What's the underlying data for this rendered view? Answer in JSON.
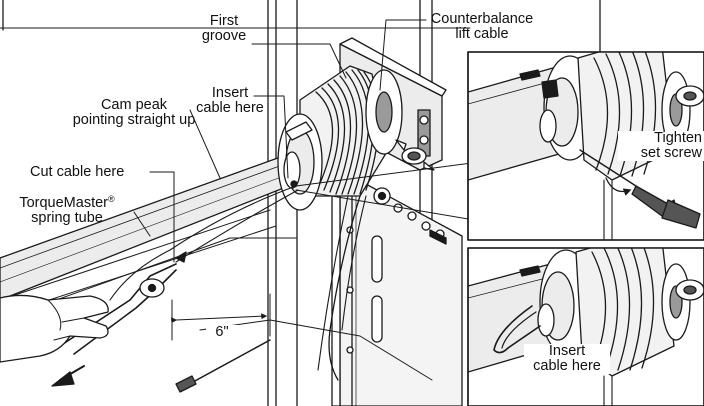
{
  "labels": {
    "first_groove_line1": "First",
    "first_groove_line2": "groove",
    "counterbalance_line1": "Counterbalance",
    "counterbalance_line2": "lift cable",
    "insert_cable_line1": "Insert",
    "insert_cable_line2": "cable here",
    "cam_peak_line1": "Cam peak",
    "cam_peak_line2": "pointing straight up",
    "cut_cable": "Cut cable here",
    "torquemaster_line1": "TorqueMaster",
    "torquemaster_reg": "®",
    "torquemaster_line2": "spring tube",
    "tighten_line1": "Tighten",
    "tighten_line2": "set screw",
    "six_inch": "6\"",
    "insert_cable2_line1": "Insert",
    "insert_cable2_line2": "cable here"
  },
  "colors": {
    "line": "#1a1a1a",
    "fill_light": "#ececec",
    "fill_mid": "#9a9a9a",
    "fill_dark": "#555555",
    "background": "#ffffff"
  }
}
